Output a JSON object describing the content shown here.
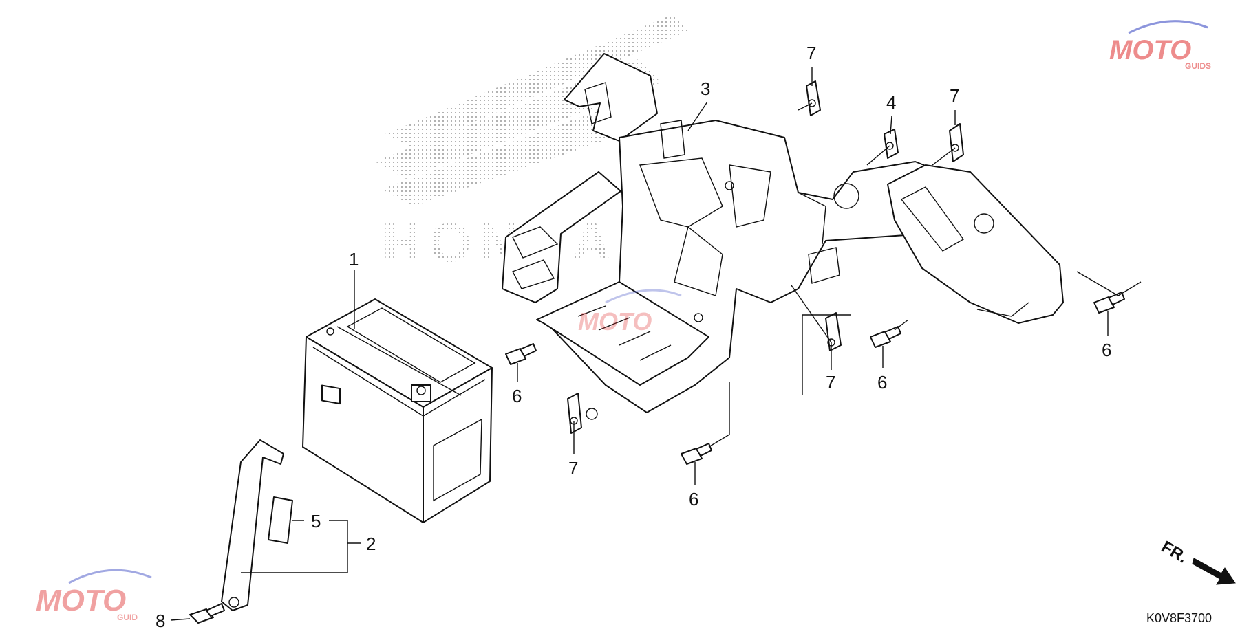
{
  "diagram": {
    "callouts": {
      "c1": "1",
      "c2": "2",
      "c3": "3",
      "c4": "4",
      "c5": "5",
      "c6a": "6",
      "c6b": "6",
      "c6c": "6",
      "c6d": "6",
      "c7a": "7",
      "c7b": "7",
      "c7c": "7",
      "c7d": "7",
      "c8": "8"
    },
    "diagram_code": "K0V8F3700",
    "front_indicator": "FR."
  },
  "watermark": {
    "brand": "MOTO",
    "sub": "GUIDS",
    "sub_partial": "GUID",
    "background_logo": "HONDA"
  },
  "colors": {
    "watermark_red": "#e03030",
    "watermark_blue": "#3040c0",
    "line": "#111111"
  }
}
